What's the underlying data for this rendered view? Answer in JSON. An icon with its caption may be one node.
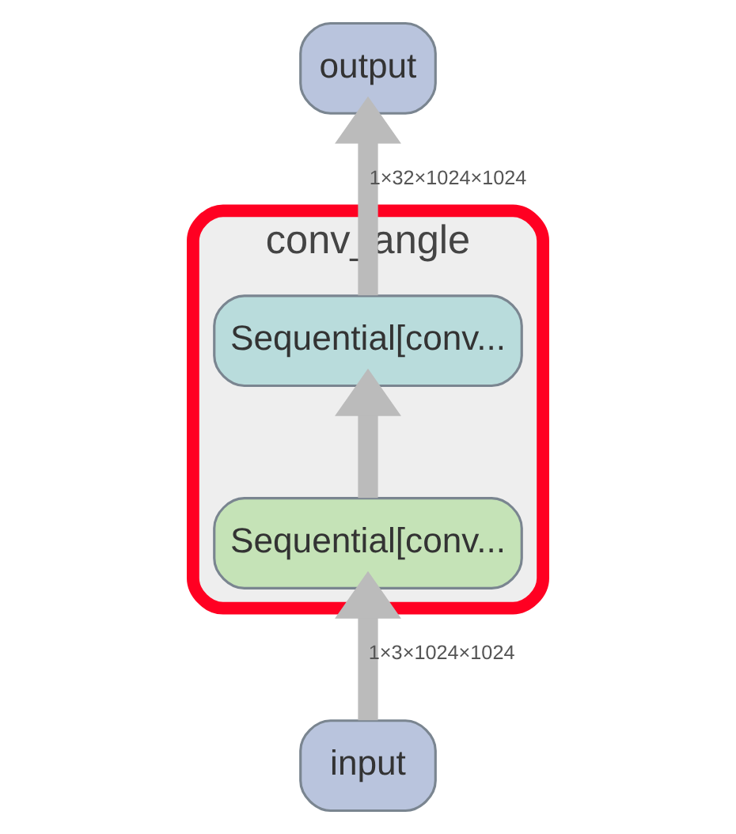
{
  "diagram": {
    "nodes": [
      {
        "text": [
          "output"
        ]
      },
      {
        "text": [
          "conv_angle"
        ]
      },
      {
        "text": [
          "Sequential[conv..."
        ],
        "in": 1
      },
      {
        "text": [
          "Sequential[conv..."
        ],
        "in": 1
      },
      {
        "text": [
          "input"
        ]
      }
    ],
    "edges": [
      {
        "from": 4,
        "to": 3,
        "arrow": "to",
        "label": "1×3×1024×1024"
      },
      {
        "from": 3,
        "to": 2,
        "arrow": "to"
      },
      {
        "from": 2,
        "to": 0,
        "arrow": "to",
        "label": "1×32×1024×1024"
      }
    ]
  }
}
